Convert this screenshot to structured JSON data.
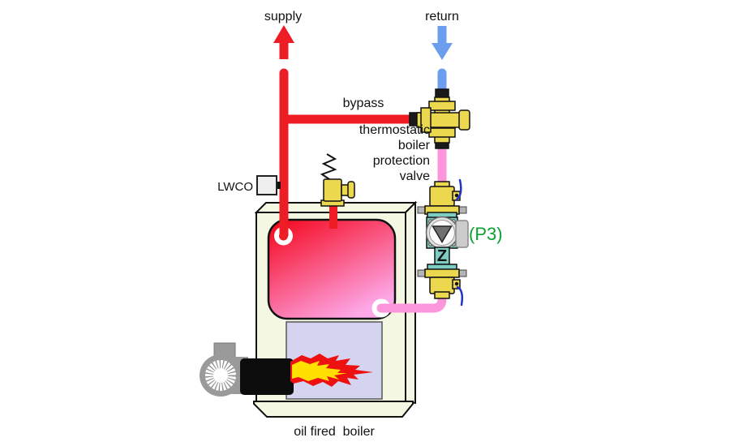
{
  "diagram": {
    "labels": {
      "supply": "supply",
      "return": "return",
      "bypass": "bypass",
      "protection_valve_line1": "thermostatic",
      "protection_valve_line2": "boiler",
      "protection_valve_line3": "protection",
      "protection_valve_line4": "valve",
      "lwco": "LWCO",
      "pump_tag": "(P3)",
      "pump_marking": "Z",
      "caption": "oil fired  boiler"
    },
    "colors": {
      "supply-pipe": "#ee1c24",
      "return-pipe": "#6d9eee",
      "tempered-pipe": "#fb96dc",
      "brass": "#ecd84e",
      "pump-teal": "#7fccc2",
      "tag-green": "#0aa132",
      "casing": "#f4f8e3",
      "chamber": "#d4d4f1",
      "tank-hot": "#f50217",
      "tank-cool": "#fda9e9",
      "flame-red": "#ee1111",
      "flame-yellow": "#ffe000",
      "burner-gray": "#9a9a9a",
      "handle-blue": "#2233cc",
      "lwco-box": "#efefef"
    }
  }
}
